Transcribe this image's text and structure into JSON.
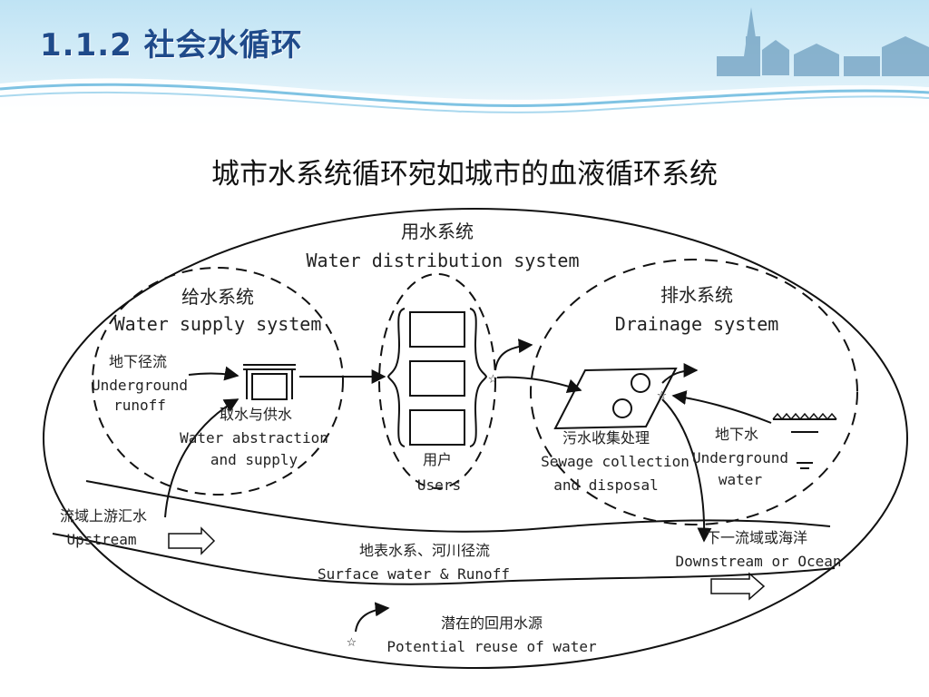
{
  "slide": {
    "title": "1.1.2 社会水循环",
    "subtitle": "城市水系统循环宛如城市的血液循环系统"
  },
  "diagram": {
    "distribution": {
      "label_zh": "用水系统",
      "label_en": "Water distribution system"
    },
    "supply": {
      "label_zh": "给水系统",
      "label_en": "Water supply system"
    },
    "drainage": {
      "label_zh": "排水系统",
      "label_en": "Drainage system"
    },
    "underground_runoff": {
      "zh": "地下径流",
      "en_line1": "Underground",
      "en_line2": "runoff"
    },
    "abstraction": {
      "zh": "取水与供水",
      "en_line1": "Water abstraction",
      "en_line2": "and supply"
    },
    "users": {
      "zh": "用户",
      "en": "Users"
    },
    "sewage": {
      "zh": "污水收集处理",
      "en_line1": "Sewage collection",
      "en_line2": "and disposal"
    },
    "underground_water": {
      "zh": "地下水",
      "en_line1": "Underground",
      "en_line2": "water"
    },
    "upstream": {
      "zh": "流域上游汇水",
      "en": "Upstream"
    },
    "surface": {
      "zh": "地表水系、河川径流",
      "en": "Surface water & Runoff"
    },
    "downstream": {
      "zh": "下一流域或海洋",
      "en": "Downstream or Ocean"
    },
    "reuse": {
      "zh": "潜在的回用水源",
      "en": "Potential reuse of water"
    }
  }
}
